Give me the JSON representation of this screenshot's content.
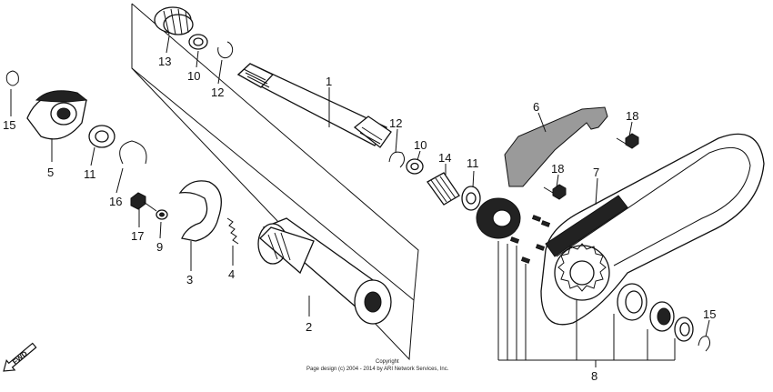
{
  "callouts": {
    "c1": "1",
    "c2": "2",
    "c3": "3",
    "c4": "4",
    "c5": "5",
    "c6": "6",
    "c7": "7",
    "c8": "8",
    "c9": "9",
    "c10a": "10",
    "c10b": "10",
    "c11a": "11",
    "c11b": "11",
    "c12a": "12",
    "c12b": "12",
    "c13": "13",
    "c14": "14",
    "c15a": "15",
    "c15b": "15",
    "c16": "16",
    "c17": "17",
    "c18a": "18",
    "c18b": "18"
  },
  "copyright": {
    "line1": "Copyright",
    "line2": "Page design (c) 2004 - 2014 by ARI Network Services, Inc."
  },
  "direction": {
    "label": "FWD"
  }
}
